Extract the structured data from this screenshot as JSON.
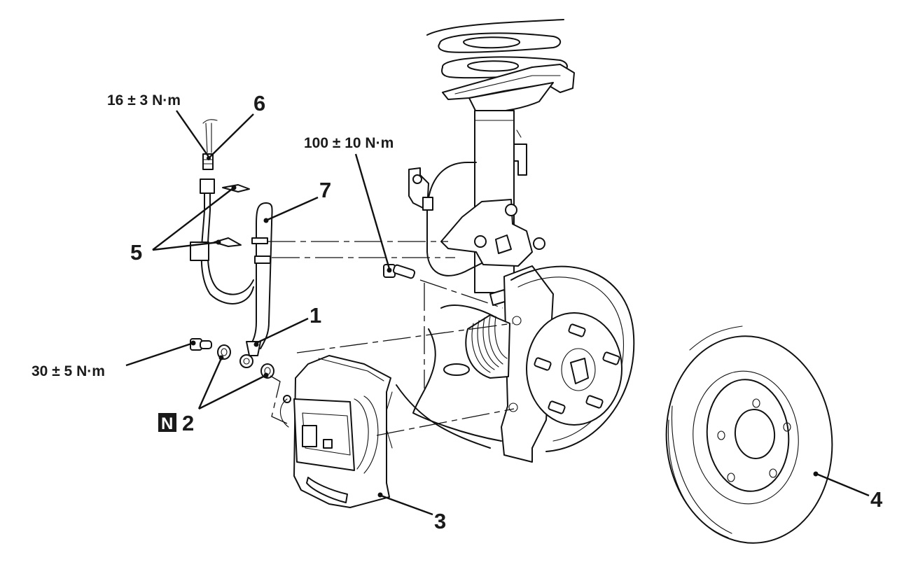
{
  "diagram": {
    "type": "exploded-parts-illustration",
    "subject": "Front brake caliper and brake disc assembly",
    "ink_color": "#111111",
    "background_color": "#ffffff",
    "callouts": [
      {
        "id": "1",
        "label": "1",
        "part": "brake hose lower fitting (eye connector)"
      },
      {
        "id": "2",
        "label": "2",
        "part": "gaskets (washers)",
        "badge": "N",
        "badge_meaning": "non-reusable part"
      },
      {
        "id": "3",
        "label": "3",
        "part": "brake caliper assembly"
      },
      {
        "id": "4",
        "label": "4",
        "part": "brake disc"
      },
      {
        "id": "5",
        "label": "5",
        "part": "hose clips"
      },
      {
        "id": "6",
        "label": "6",
        "part": "brake pipe flare nut"
      },
      {
        "id": "7",
        "label": "7",
        "part": "brake hose"
      }
    ],
    "torque_specs": [
      {
        "id": "t-flare-nut",
        "text": "16 ± 3 N·m",
        "applies_to": "6"
      },
      {
        "id": "t-caliper-bolt",
        "text": "100 ± 10 N·m",
        "applies_to": "caliper mounting bolt"
      },
      {
        "id": "t-union-bolt",
        "text": "30 ± 5 N·m",
        "applies_to": "union bolt"
      }
    ],
    "badge": {
      "text": "N"
    }
  }
}
